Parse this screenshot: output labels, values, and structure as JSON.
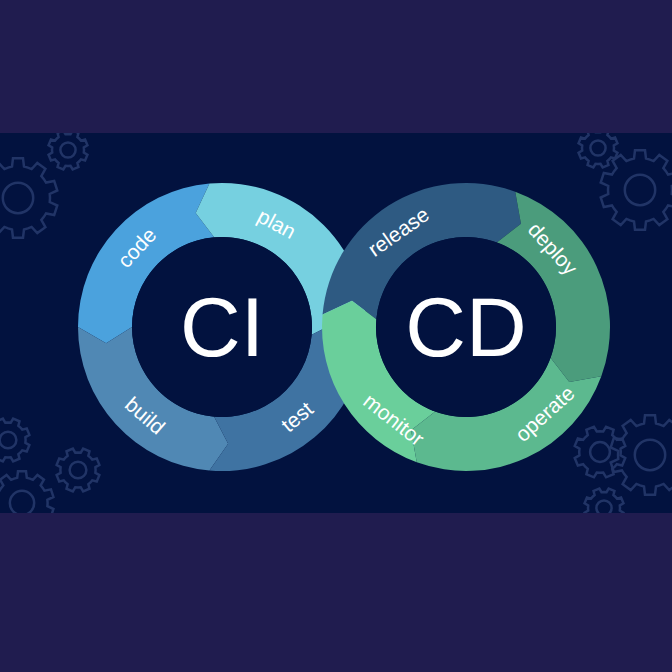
{
  "diagram": {
    "nodes": [
      {
        "text": [
          "CI"
        ]
      },
      {
        "text": [
          "CD"
        ]
      },
      {
        "text": [
          "code"
        ]
      },
      {
        "text": [
          "plan"
        ]
      },
      {
        "text": [
          "build"
        ]
      },
      {
        "text": [
          "test"
        ]
      },
      {
        "text": [
          "release"
        ]
      },
      {
        "text": [
          "deploy"
        ]
      },
      {
        "text": [
          "operate"
        ]
      },
      {
        "text": [
          "monitor"
        ]
      }
    ]
  }
}
